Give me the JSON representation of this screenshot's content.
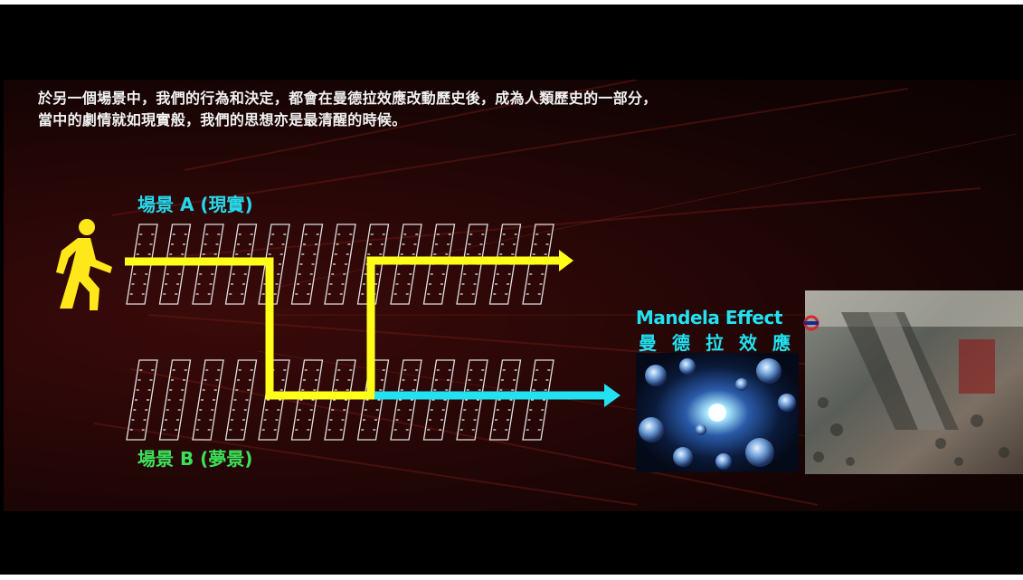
{
  "narration": {
    "line1": "於另一個場景中，我們的行為和決定，都會在曼德拉效應改動歷史後，成為人類歷史的一部分，",
    "line2": "當中的劇情就如現實般，我們的思想亦是最清醒的時候。"
  },
  "scene_a_label": "場景 A (現實)",
  "scene_b_label": "場景 B (夢景)",
  "mandela": {
    "title_en": "Mandela Effect",
    "title_zh": "曼德拉效應"
  },
  "icons": [
    "walking-person-icon",
    "arrow-right-icon"
  ],
  "colors": {
    "path_yellow": "#ffff1a",
    "path_cyan": "#22e2f2",
    "scene_a": "#27d8ea",
    "scene_b": "#3de05a",
    "background": "#2a0707"
  }
}
